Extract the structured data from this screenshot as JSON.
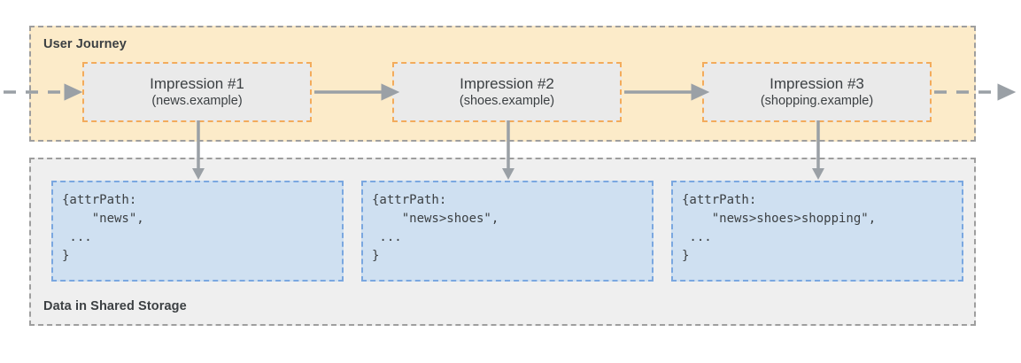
{
  "diagram": {
    "title_groups": {
      "journey": "User Journey",
      "storage": "Data in Shared Storage"
    },
    "colors": {
      "journey_bg": "#fcebc9",
      "storage_bg": "#efefef",
      "impression_bg": "#eaeaea",
      "impression_border": "#f3ab5b",
      "code_bg": "#cfe0f1",
      "code_border": "#7aa7e0",
      "arrow": "#9aa0a6",
      "group_border": "#9e9e9e",
      "text": "#3c4043"
    },
    "impressions": [
      {
        "title": "Impression #1",
        "site": "(news.example)"
      },
      {
        "title": "Impression #2",
        "site": "(shoes.example)"
      },
      {
        "title": "Impression #3",
        "site": "(shopping.example)"
      }
    ],
    "code_blocks": [
      {
        "text": "{attrPath:\n    \"news\",\n ...\n}"
      },
      {
        "text": "{attrPath:\n    \"news>shoes\",\n ...\n}"
      },
      {
        "text": "{attrPath:\n    \"news>shoes>shopping\",\n ...\n}"
      }
    ],
    "flow_arrows": {
      "entry": "dashed-arrow-right",
      "between_1_2": "solid-arrow-right",
      "between_2_3": "solid-arrow-right",
      "exit": "dashed-arrow-right",
      "down_1": "solid-arrow-down",
      "down_2": "solid-arrow-down",
      "down_3": "solid-arrow-down"
    }
  }
}
